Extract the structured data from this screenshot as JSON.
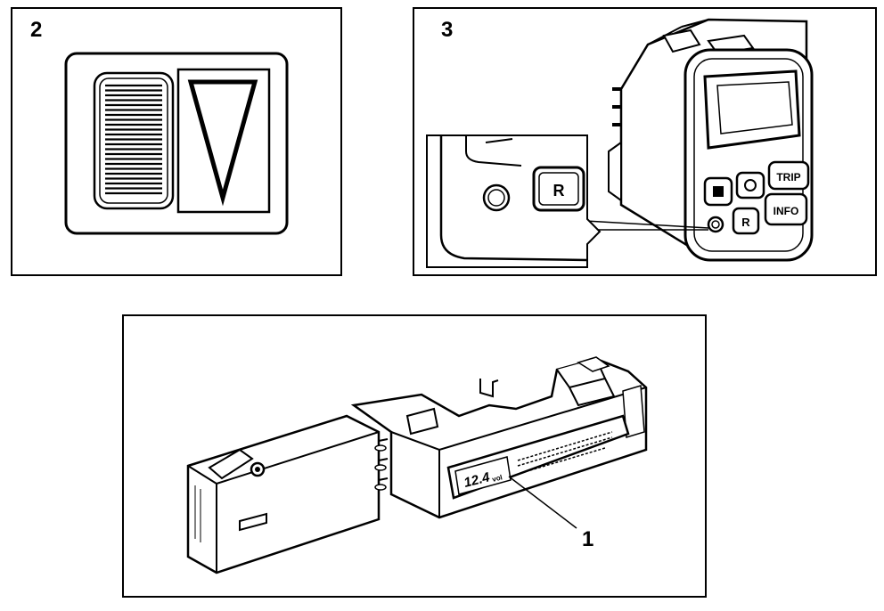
{
  "panels": {
    "panel2": {
      "number": "2"
    },
    "panel3": {
      "number": "3",
      "buttons": {
        "trip": "TRIP",
        "reset": "R",
        "info": "INFO",
        "reset_zoom": "R"
      }
    },
    "panel1": {
      "callout": "1",
      "display": {
        "reading": "12.4",
        "unit": "vol"
      }
    }
  }
}
